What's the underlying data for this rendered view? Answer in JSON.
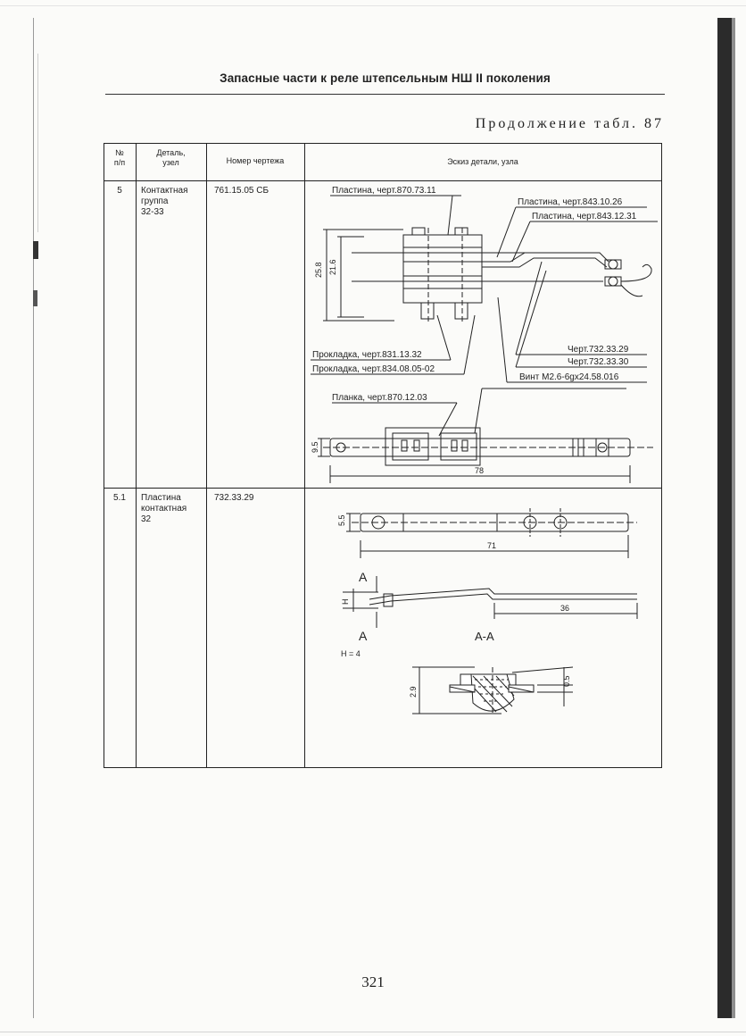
{
  "header": {
    "title": "Запасные части к реле штепсельным НШ II поколения",
    "continuation": "Продолжение табл. 87"
  },
  "table": {
    "columns": {
      "num": "№\nп/п",
      "part": "Деталь,\nузел",
      "drawing": "Номер чертежа",
      "sketch": "Эскиз детали, узла"
    },
    "rows": [
      {
        "num": "5",
        "part": "Контактная\nгруппа\n32-33",
        "drawing": "761.15.05 СБ",
        "labels": {
          "plate1": "Пластина, черт.870.73.11",
          "plate2": "Пластина, черт.843.10.26",
          "plate3": "Пластина, черт.843.12.31",
          "gasket1": "Прокладка, черт.831.13.32",
          "gasket2": "Прокладка, черт.834.08.05-02",
          "drw1": "Черт.732.33.29",
          "drw2": "Черт.732.33.30",
          "screw": "Винт М2.6-6gx24.58.016",
          "bar": "Планка, черт.870.12.03"
        },
        "dims": {
          "h1": "25.8",
          "h2": "21.6",
          "w": "9.5",
          "len": "78"
        }
      },
      {
        "num": "5.1",
        "part": "Пластина\nконтактная\n32",
        "drawing": "732.33.29",
        "labels": {
          "sectionA": "A",
          "sectionAA": "А-А",
          "hval": "H = 4",
          "hsym": "H"
        },
        "dims": {
          "w": "5.5",
          "len": "71",
          "len2": "36",
          "d1": "2.9",
          "d2": "0.5"
        }
      }
    ]
  },
  "page_number": "321"
}
